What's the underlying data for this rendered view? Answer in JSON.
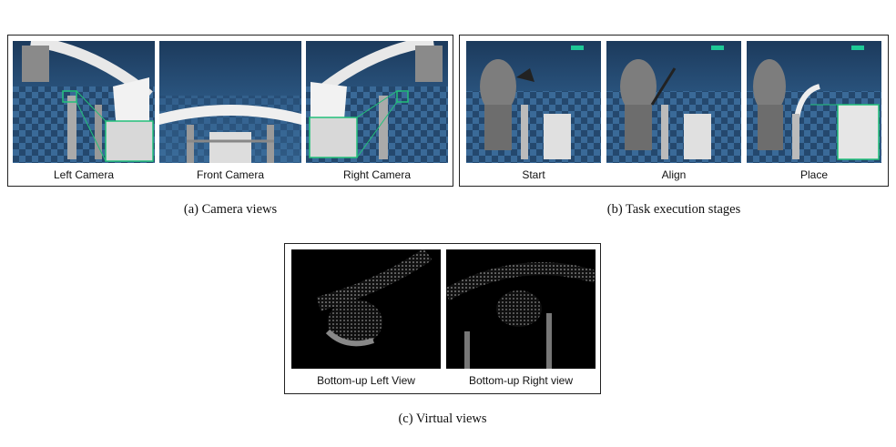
{
  "figure": {
    "panels": [
      {
        "caption": "(a) Camera views",
        "images": [
          {
            "label": "Left Camera"
          },
          {
            "label": "Front Camera"
          },
          {
            "label": "Right Camera"
          }
        ]
      },
      {
        "caption": "(b) Task execution stages",
        "images": [
          {
            "label": "Start"
          },
          {
            "label": "Align"
          },
          {
            "label": "Place"
          }
        ]
      },
      {
        "caption": "(c) Virtual views",
        "images": [
          {
            "label": "Bottom-up Left View"
          },
          {
            "label": "Bottom-up Right view"
          }
        ]
      }
    ]
  }
}
